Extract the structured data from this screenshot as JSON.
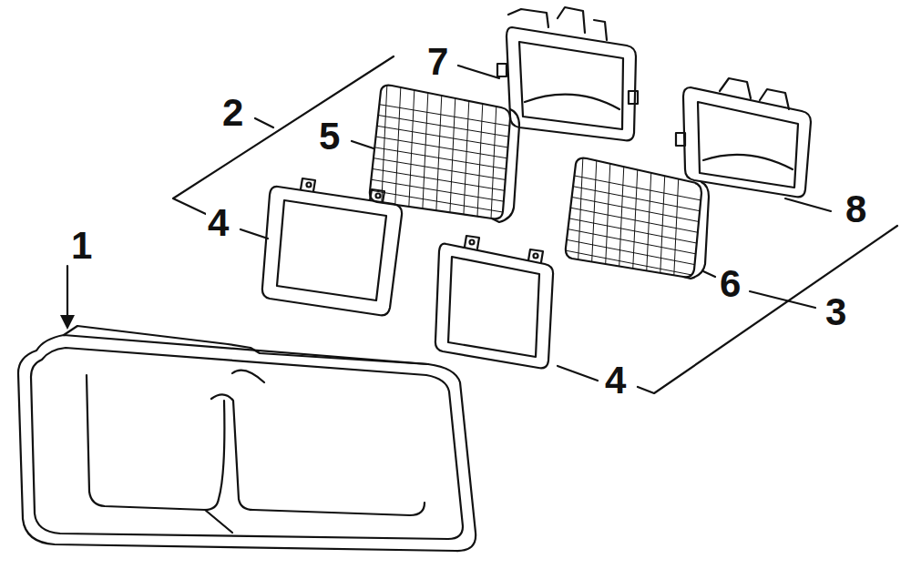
{
  "diagram": {
    "labels": [
      "7",
      "2",
      "5",
      "8",
      "4",
      "1",
      "6",
      "3",
      "4"
    ]
  }
}
